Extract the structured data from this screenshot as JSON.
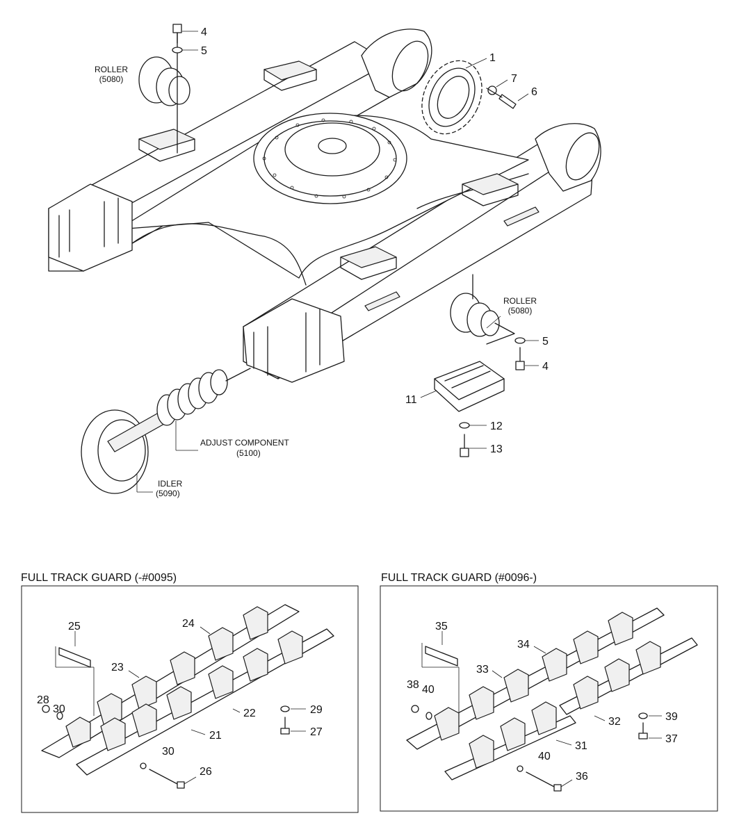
{
  "labels": {
    "roller_top": "ROLLER",
    "roller_top_code": "(5080)",
    "roller_right": "ROLLER",
    "roller_right_code": "(5080)",
    "adjust": "ADJUST COMPONENT",
    "adjust_code": "(5100)",
    "idler": "IDLER",
    "idler_code": "(5090)"
  },
  "main_callouts": {
    "c1": "1",
    "c4a": "4",
    "c5a": "5",
    "c6": "6",
    "c7": "7",
    "c5b": "5",
    "c4b": "4",
    "c11": "11",
    "c12": "12",
    "c13": "13"
  },
  "guard_left": {
    "title": "FULL TRACK GUARD (-#0095)",
    "c25": "25",
    "c24": "24",
    "c23": "23",
    "c28": "28",
    "c30a": "30",
    "c22": "22",
    "c29": "29",
    "c27": "27",
    "c21": "21",
    "c30b": "30",
    "c26": "26"
  },
  "guard_right": {
    "title": "FULL TRACK GUARD (#0096-)",
    "c35": "35",
    "c34": "34",
    "c33": "33",
    "c38": "38",
    "c40a": "40",
    "c32": "32",
    "c39": "39",
    "c37": "37",
    "c31": "31",
    "c40b": "40",
    "c36": "36"
  }
}
